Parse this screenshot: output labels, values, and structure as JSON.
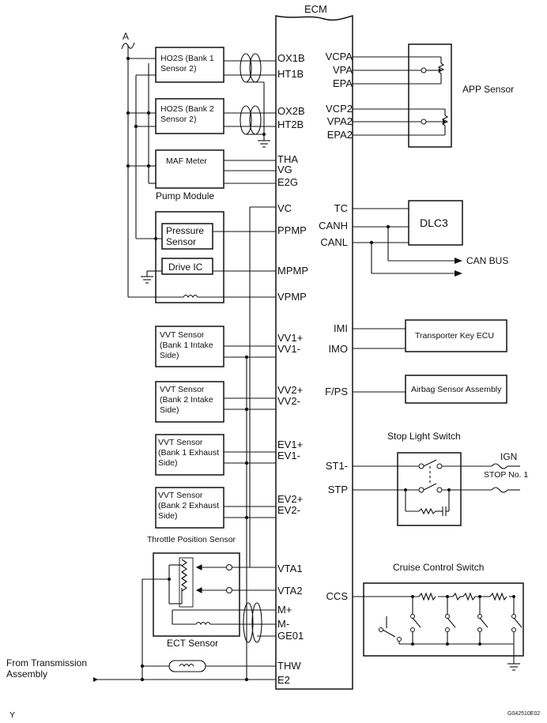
{
  "ecm": {
    "title": "ECM"
  },
  "marker_a": "A",
  "pins_left": [
    "OX1B",
    "HT1B",
    "OX2B",
    "HT2B",
    "THA",
    "VG",
    "E2G",
    "VC",
    "PPMP",
    "MPMP",
    "VPMP",
    "VV1+",
    "VV1-",
    "VV2+",
    "VV2-",
    "EV1+",
    "EV1-",
    "EV2+",
    "EV2-",
    "VTA1",
    "VTA2",
    "M+",
    "M-",
    "GE01",
    "THW",
    "E2"
  ],
  "pins_right": [
    "VCPA",
    "VPA",
    "EPA",
    "VCP2",
    "VPA2",
    "EPA2",
    "TC",
    "CANH",
    "CANL",
    "IMI",
    "IMO",
    "F/PS",
    "ST1-",
    "STP",
    "CCS"
  ],
  "components": {
    "ho2s_b1": [
      "HO2S (Bank 1",
      "Sensor 2)"
    ],
    "ho2s_b2": [
      "HO2S (Bank 2",
      "Sensor 2)"
    ],
    "maf": "MAF Meter",
    "pump_module": "Pump Module",
    "pressure_sensor": [
      "Pressure",
      "Sensor"
    ],
    "drive_ic": "Drive IC",
    "vvt1": [
      "VVT Sensor",
      "(Bank 1 Intake",
      "Side)"
    ],
    "vvt2": [
      "VVT Sensor",
      "(Bank 2 Intake",
      "Side)"
    ],
    "vvt3": [
      "VVT Sensor",
      "(Bank 1 Exhaust",
      "Side)"
    ],
    "vvt4": [
      "VVT Sensor",
      "(Bank 2 Exhaust",
      "Side)"
    ],
    "throttle": "Throttle Position Sensor",
    "ect": "ECT Sensor",
    "from_trans": [
      "From Transmission",
      "Assembly"
    ],
    "app": "APP Sensor",
    "dlc3": "DLC3",
    "can_bus": "CAN BUS",
    "transponder": "Transporter Key ECU",
    "airbag": "Airbag Sensor Assembly",
    "stop_light_title": "Stop Light Switch",
    "ign": "IGN",
    "stop_fuse": "STOP No. 1",
    "cruise_title": "Cruise Control Switch"
  },
  "footer": {
    "left": "Y",
    "right": "G042510E02"
  }
}
